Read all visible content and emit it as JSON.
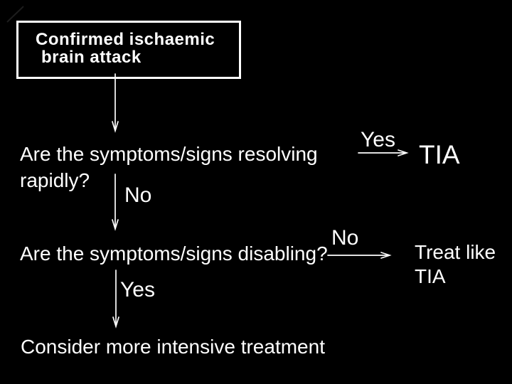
{
  "slide": {
    "colors": {
      "background": "#000000",
      "text": "#ffffff",
      "box_border": "#ffffff",
      "arrow": "#ffffff"
    },
    "flowchart": {
      "start_box": {
        "line1": "Confirmed ischaemic",
        "line2": "brain attack"
      },
      "question1": {
        "text": "Are the symptoms/signs resolving rapidly?",
        "yes_label": "Yes",
        "yes_result": "TIA",
        "no_label": "No"
      },
      "question2": {
        "text": "Are the symptoms/signs disabling?",
        "no_label": "No",
        "no_result": "Treat like TIA",
        "yes_label": "Yes"
      },
      "final_step": "Consider more intensive treatment"
    }
  }
}
